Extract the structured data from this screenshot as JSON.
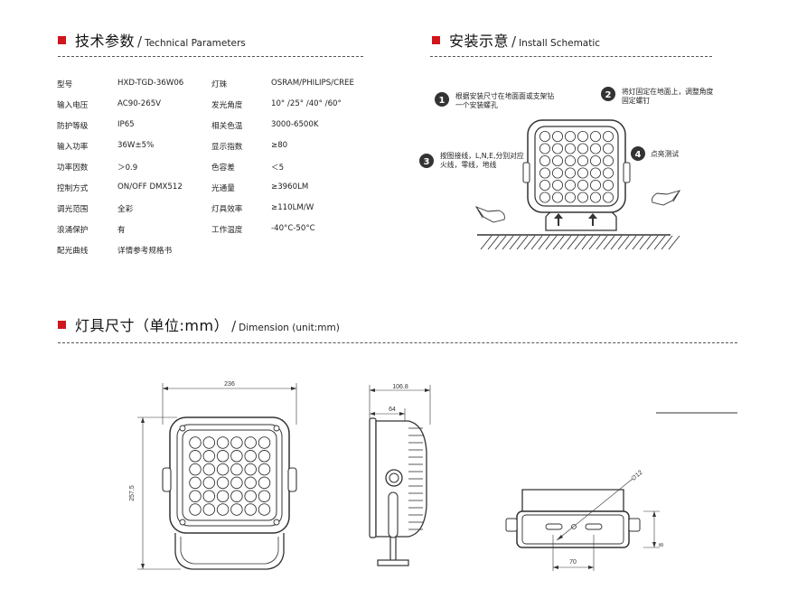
{
  "sections": {
    "tech": {
      "zh": "技术参数",
      "slash": "/",
      "en": "Technical Parameters"
    },
    "install": {
      "zh": "安装示意",
      "slash": "/",
      "en": "Install Schematic"
    },
    "dimension": {
      "zh": "灯具尺寸（单位:mm）",
      "slash": "/",
      "en": "Dimension (unit:mm)"
    }
  },
  "specs": [
    {
      "label": "型号",
      "value": "HXD-TGD-36W06",
      "label2": "灯珠",
      "value2": "OSRAM/PHILIPS/CREE"
    },
    {
      "label": "输入电压",
      "value": "AC90-265V",
      "label2": "发光角度",
      "value2": "10° /25° /40° /60°"
    },
    {
      "label": "防护等级",
      "value": "IP65",
      "label2": "相关色温",
      "value2": "3000-6500K"
    },
    {
      "label": "输入功率",
      "value": "36W±5%",
      "label2": "显示指数",
      "value2": "≥80"
    },
    {
      "label": "功率因数",
      "value": "＞0.9",
      "label2": "色容差",
      "value2": "＜5"
    },
    {
      "label": "控制方式",
      "value": "ON/OFF  DMX512",
      "label2": "光通量",
      "value2": "≥3960LM"
    },
    {
      "label": "调光范围",
      "value": "全彩",
      "label2": "灯具效率",
      "value2": "≥110LM/W"
    },
    {
      "label": "浪涌保护",
      "value": "有",
      "label2": "工作温度",
      "value2": "-40°C-50°C"
    },
    {
      "label": "配光曲线",
      "value": "详情参考规格书",
      "label2": "",
      "value2": ""
    }
  ],
  "install_steps": [
    {
      "num": "1",
      "text": "根据安装尺寸在地面面或支架钻一个安装螺孔"
    },
    {
      "num": "2",
      "text": "将灯固定在地面上，调整角度固定螺钉"
    },
    {
      "num": "3",
      "text": "按图接线，L,N,E,分别对应火线，零线，地线"
    },
    {
      "num": "4",
      "text": "点亮测试"
    }
  ],
  "dimensions": {
    "width": "236",
    "height": "257.5",
    "depth": "106.8",
    "depth_inner": "64",
    "hole": "∅12",
    "hole_spacing": "70",
    "base_height": "8"
  },
  "colors": {
    "accent": "#d0151c",
    "line": "#333333"
  }
}
